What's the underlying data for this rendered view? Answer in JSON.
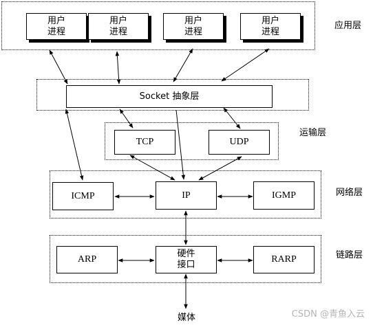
{
  "layers": {
    "application": "应用层",
    "transport": "运输层",
    "network": "网络层",
    "link": "链路层"
  },
  "boxes": {
    "user_process_1": "用户\n进程",
    "user_process_2": "用户\n进程",
    "user_process_3": "用户\n进程",
    "user_process_4": "用户\n进程",
    "socket": "Socket 抽象层",
    "tcp": "TCP",
    "udp": "UDP",
    "icmp": "ICMP",
    "ip": "IP",
    "igmp": "IGMP",
    "arp": "ARP",
    "hardware": "硬件\n接口",
    "rarp": "RARP"
  },
  "media": "媒体",
  "watermark": "CSDN @青鱼入云"
}
